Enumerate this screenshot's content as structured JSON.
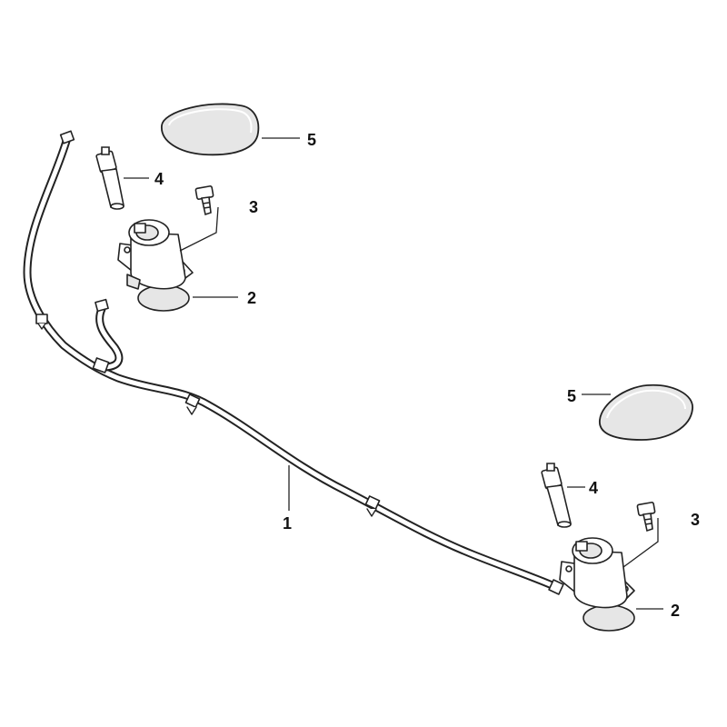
{
  "diagram": {
    "callouts": [
      {
        "id": "c1",
        "label": "1"
      },
      {
        "id": "c2a",
        "label": "2"
      },
      {
        "id": "c2b",
        "label": "2"
      },
      {
        "id": "c3a",
        "label": "3"
      },
      {
        "id": "c3b",
        "label": "3"
      },
      {
        "id": "c4a",
        "label": "4"
      },
      {
        "id": "c4b",
        "label": "4"
      },
      {
        "id": "c5a",
        "label": "5"
      },
      {
        "id": "c5b",
        "label": "5"
      }
    ]
  },
  "colors": {
    "stroke": "#222222",
    "fill": "#ffffff",
    "shade": "#e6e6e6",
    "background": "#ffffff"
  }
}
